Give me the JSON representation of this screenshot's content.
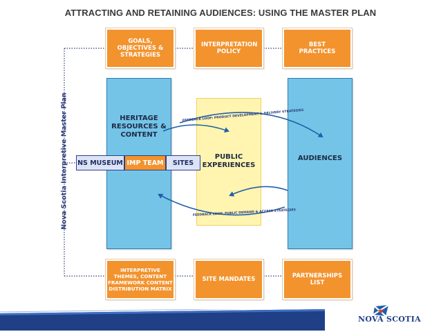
{
  "title": "ATTRACTING AND RETAINING AUDIENCES: USING THE MASTER PLAN",
  "side_label": "Nova Scotia Interpretive Master Plan",
  "top_boxes": {
    "goals": "GOALS, OBJECTIVES & STRATEGIES",
    "policy": "INTERPRETATION POLICY",
    "practices": "BEST PRACTICES"
  },
  "bottom_boxes": {
    "themes": "INTERPRETIVE THEMES, CONTENT FRAMEWORK CONTENT DISTRIBUTION MATRIX",
    "mandates": "SITE MANDATES",
    "partnerships": "PARTNERSHIPS LIST"
  },
  "columns": {
    "heritage": "HERITAGE RESOURCES & CONTENT",
    "public": "PUBLIC EXPERIENCES",
    "audiences": "AUDIENCES"
  },
  "pills": {
    "museum": "NS MUSEUM",
    "imp_team": "IMP TEAM",
    "sites": "SITES"
  },
  "feedback": {
    "top": "FEEDBACK LOOP: PRODUCT DEVELOPMENT & DELIVERY STRATEGIES",
    "bottom": "FEEDBACK LOOP: PUBLIC DEMAND & ACCESS STRATEGIES"
  },
  "logo": {
    "text": "NOVA SCOTIA"
  },
  "colors": {
    "orange": "#f2932e",
    "blue": "#74c4e8",
    "yellow": "#fff4b0",
    "navy": "#2b3f88",
    "footer_band": "#1f3f86"
  }
}
